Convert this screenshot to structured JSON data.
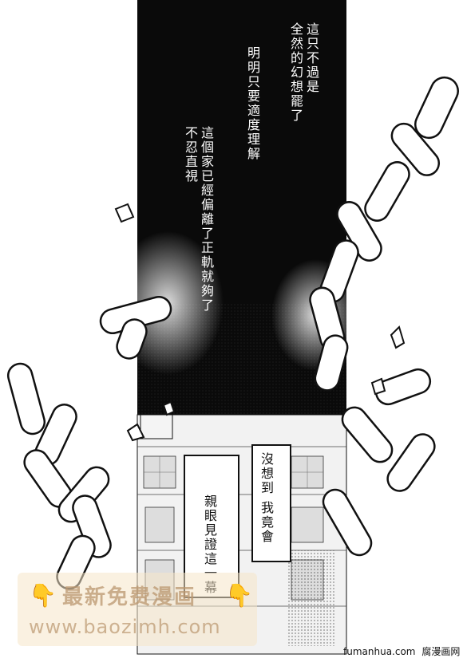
{
  "narration": {
    "line_right": "這只不過是\n全然的幻想罷了",
    "line_middle": "明明只要適度理解",
    "line_left": "這個家已經偏離了正軌就夠了\n不忍直視"
  },
  "bubbles": {
    "right_bubble": "沒想到 我竟會",
    "left_bubble": "親眼見證這一幕"
  },
  "watermark": {
    "line1": "最新免费漫画",
    "line2": "www.baozimh.com",
    "emoji": "👇"
  },
  "footer": {
    "site": "fumanhua.com",
    "brand": "腐漫画网"
  },
  "colors": {
    "ink": "#111111",
    "paper": "#ffffff",
    "watermark": "#b9966e"
  }
}
